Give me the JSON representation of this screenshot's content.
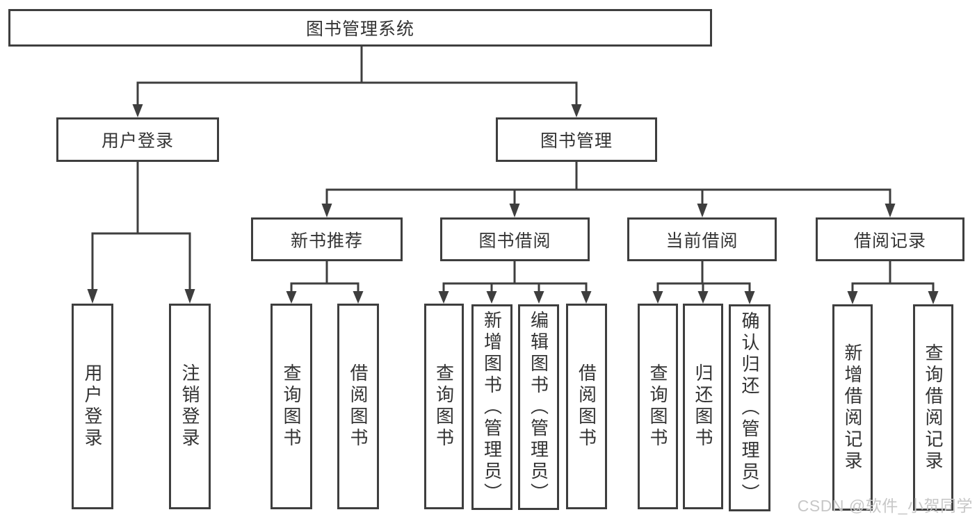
{
  "style": {
    "line": "#3e3e3e",
    "ink": "#333333",
    "wm": "#c7c7c7",
    "paper": "#ffffff"
  },
  "watermark": {
    "text": "CSDN @软件_小贺同学"
  },
  "tree": {
    "label": "图书管理系统",
    "children": [
      {
        "label": "用户登录",
        "children": [
          {
            "label": "用户登录"
          },
          {
            "label": "注销登录"
          }
        ]
      },
      {
        "label": "图书管理",
        "children": [
          {
            "label": "新书推荐",
            "children": [
              {
                "label": "查询图书"
              },
              {
                "label": "借阅图书"
              }
            ]
          },
          {
            "label": "图书借阅",
            "children": [
              {
                "label": "查询图书"
              },
              {
                "label": "新增图书（管理员）"
              },
              {
                "label": "编辑图书（管理员）"
              },
              {
                "label": "借阅图书"
              }
            ]
          },
          {
            "label": "当前借阅",
            "children": [
              {
                "label": "查询图书"
              },
              {
                "label": "归还图书"
              },
              {
                "label": "确认归还（管理员）"
              }
            ]
          },
          {
            "label": "借阅记录",
            "children": [
              {
                "label": "新增借阅记录"
              },
              {
                "label": "查询借阅记录"
              }
            ]
          }
        ]
      }
    ]
  }
}
